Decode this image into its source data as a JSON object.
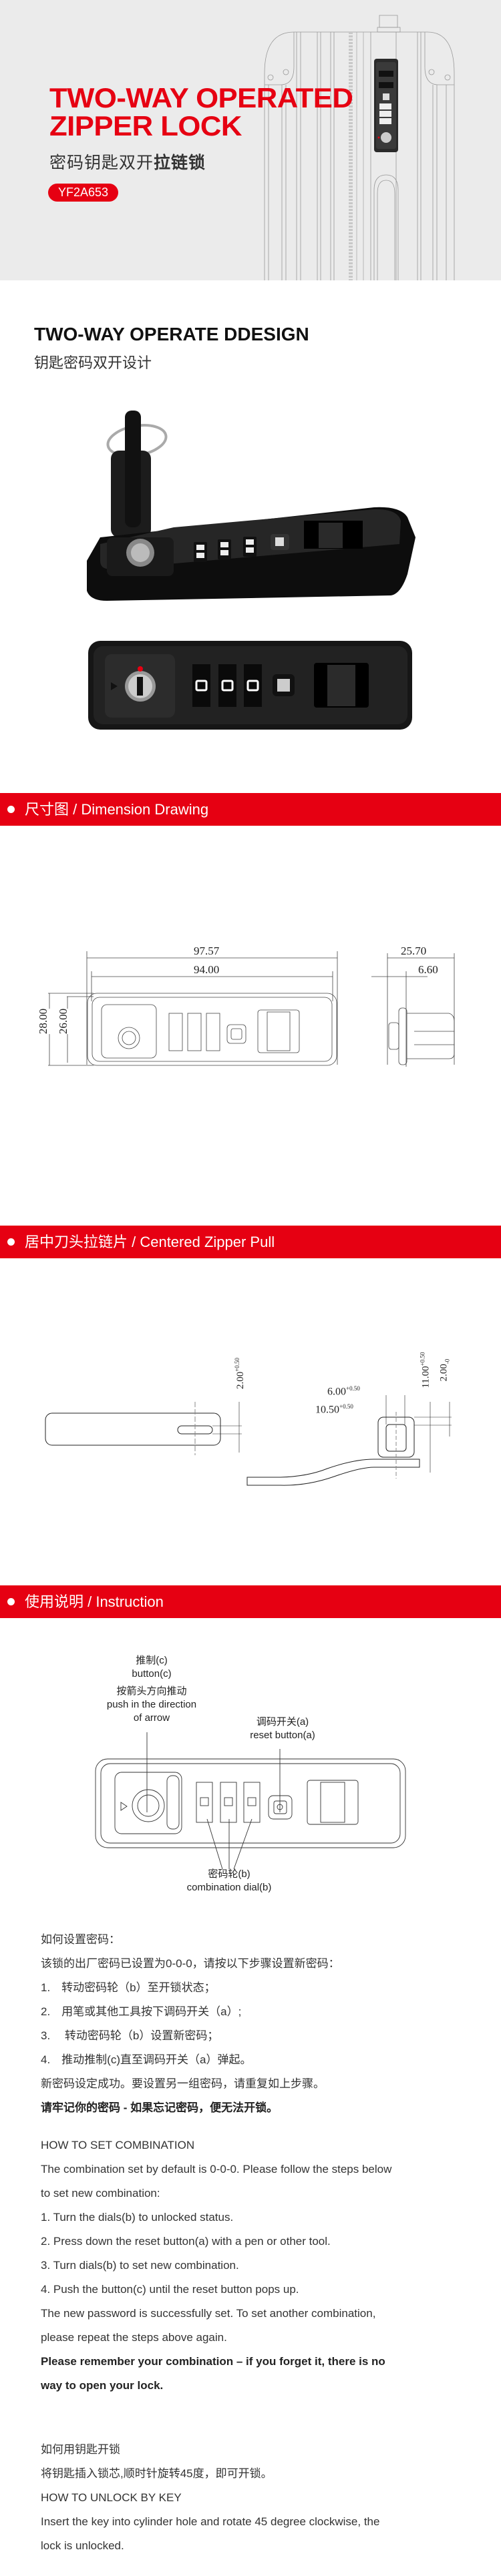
{
  "hero": {
    "title_line1": "TWO-WAY OPERATED",
    "title_line2": "ZIPPER LOCK",
    "subtitle_regular": "密码钥匙双开",
    "subtitle_bold": "拉链锁",
    "model_badge": "YF2A653"
  },
  "design": {
    "title": "TWO-WAY OPERATE DDESIGN",
    "subtitle": "钥匙密码双开设计"
  },
  "sections": {
    "dimension": "尺寸图 / Dimension Drawing",
    "zipper_pull": "居中刀头拉链片 / Centered Zipper Pull",
    "instruction": "使用说明 / Instruction"
  },
  "dimensions": {
    "overall_width": "97.57",
    "body_width": "94.00",
    "overall_height": "28.00",
    "body_height": "26.00",
    "depth": "25.70",
    "flange": "6.60"
  },
  "zipper_dims": {
    "slot": "2.00",
    "width_a": "6.00",
    "width_b": "10.50",
    "height_a": "11.00",
    "height_b": "2.00",
    "tol_plus": "+0.50",
    "tol_minus": "-0"
  },
  "diagram_labels": {
    "button_cn": "推制(c)",
    "button_en": "button(c)",
    "push_cn": "按箭头方向推动",
    "push_en_1": "push in the direction",
    "push_en_2": "of arrow",
    "reset_cn": "调码开关(a)",
    "reset_en": "reset button(a)",
    "dial_cn": "密码轮(b)",
    "dial_en": "combination dial(b)"
  },
  "instructions_cn": {
    "heading": "如何设置密码：",
    "intro": "该锁的出厂密码已设置为0-0-0，请按以下步骤设置新密码：",
    "steps": [
      "1.　转动密码轮（b）至开锁状态；",
      "2.　用笔或其他工具按下调码开关（a）;",
      "3.　 转动密码轮（b）设置新密码；",
      "4.　推动推制(c)直至调码开关（a）弹起。"
    ],
    "done": "新密码设定成功。要设置另一组密码，请重复如上步骤。",
    "warning": "请牢记你的密码 - 如果忘记密码，便无法开锁。"
  },
  "instructions_en": {
    "heading": "HOW TO SET COMBINATION",
    "intro_1": "The combination set by default is 0-0-0. Please follow the steps below",
    "intro_2": "to set new combination:",
    "steps": [
      "1. Turn the dials(b) to unlocked status.",
      "2. Press down the reset button(a) with a pen or other tool.",
      "3. Turn dials(b) to set new combination.",
      "4. Push the button(c) until the reset button pops up."
    ],
    "done_1": "The new password is successfully set. To set another combination,",
    "done_2": "please repeat the steps above again.",
    "warning_1": "Please remember your combination – if you forget it, there is no",
    "warning_2": "way to open your lock."
  },
  "key_unlock": {
    "heading_cn": "如何用钥匙开锁",
    "body_cn": "将钥匙插入锁芯,顺时针旋转45度，即可开锁。",
    "heading_en": "HOW TO UNLOCK BY KEY",
    "body_en_1": "Insert the key into cylinder hole and rotate 45 degree clockwise, the",
    "body_en_2": "lock is unlocked."
  },
  "colors": {
    "brand_red": "#e60012",
    "hero_bg": "#ebebeb"
  }
}
